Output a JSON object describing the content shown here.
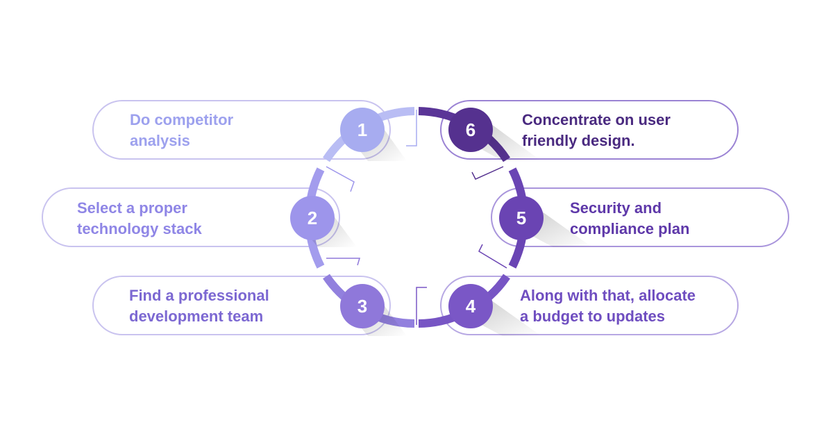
{
  "steps": [
    {
      "number": "1",
      "text": "Do competitor\nanalysis",
      "color": "#a7acf0",
      "text_color": "#9da1ee"
    },
    {
      "number": "2",
      "text": "Select a proper\ntechnology stack",
      "color": "#9d95eb",
      "text_color": "#8f86e6"
    },
    {
      "number": "3",
      "text": "Find a professional\ndevelopment team",
      "color": "#8f78da",
      "text_color": "#7c68d2"
    },
    {
      "number": "4",
      "text": "Along with that, allocate\na budget to updates",
      "color": "#7a57c6",
      "text_color": "#6f4ec0"
    },
    {
      "number": "5",
      "text": "Security and\ncompliance plan",
      "color": "#6a44b3",
      "text_color": "#5e38a9"
    },
    {
      "number": "6",
      "text": "Concentrate on user\nfriendly design.",
      "color": "#55318f",
      "text_color": "#4a2a80"
    }
  ]
}
